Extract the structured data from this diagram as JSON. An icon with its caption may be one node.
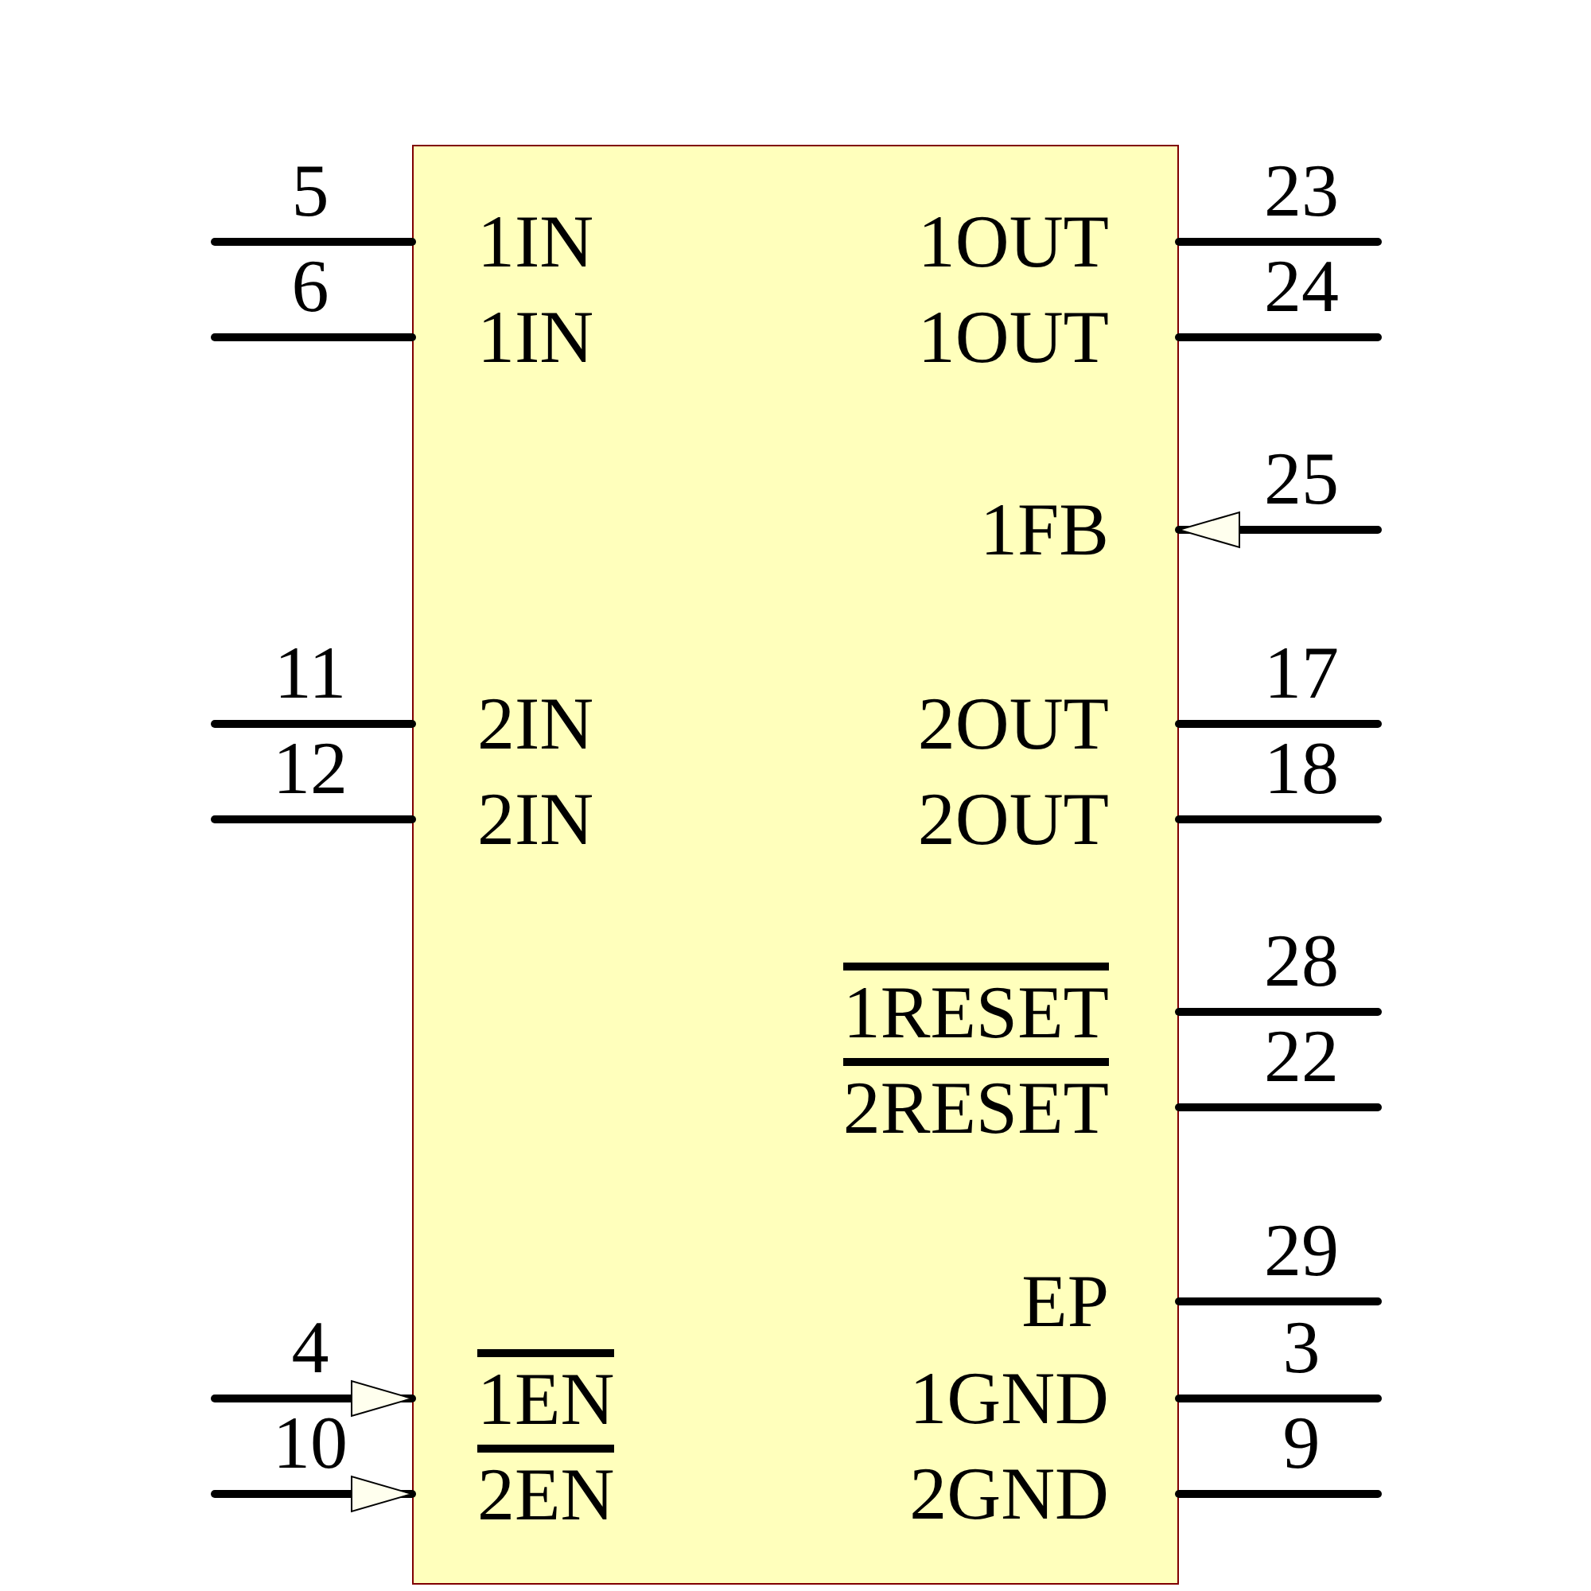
{
  "diagram": {
    "nodes": [
      {
        "text": [
          "1IN",
          "1OUT",
          "1IN",
          "1OUT",
          "1FB",
          "2IN",
          "2OUT",
          "2IN",
          "2OUT",
          "1RESET",
          "2RESET",
          "EP",
          "1EN",
          "1GND",
          "2EN",
          "2GND"
        ]
      }
    ],
    "labels": [
      "5",
      "23",
      "6",
      "24",
      "25",
      "11",
      "17",
      "12",
      "18",
      "28",
      "22",
      "29",
      "4",
      "3",
      "10",
      "9"
    ]
  }
}
